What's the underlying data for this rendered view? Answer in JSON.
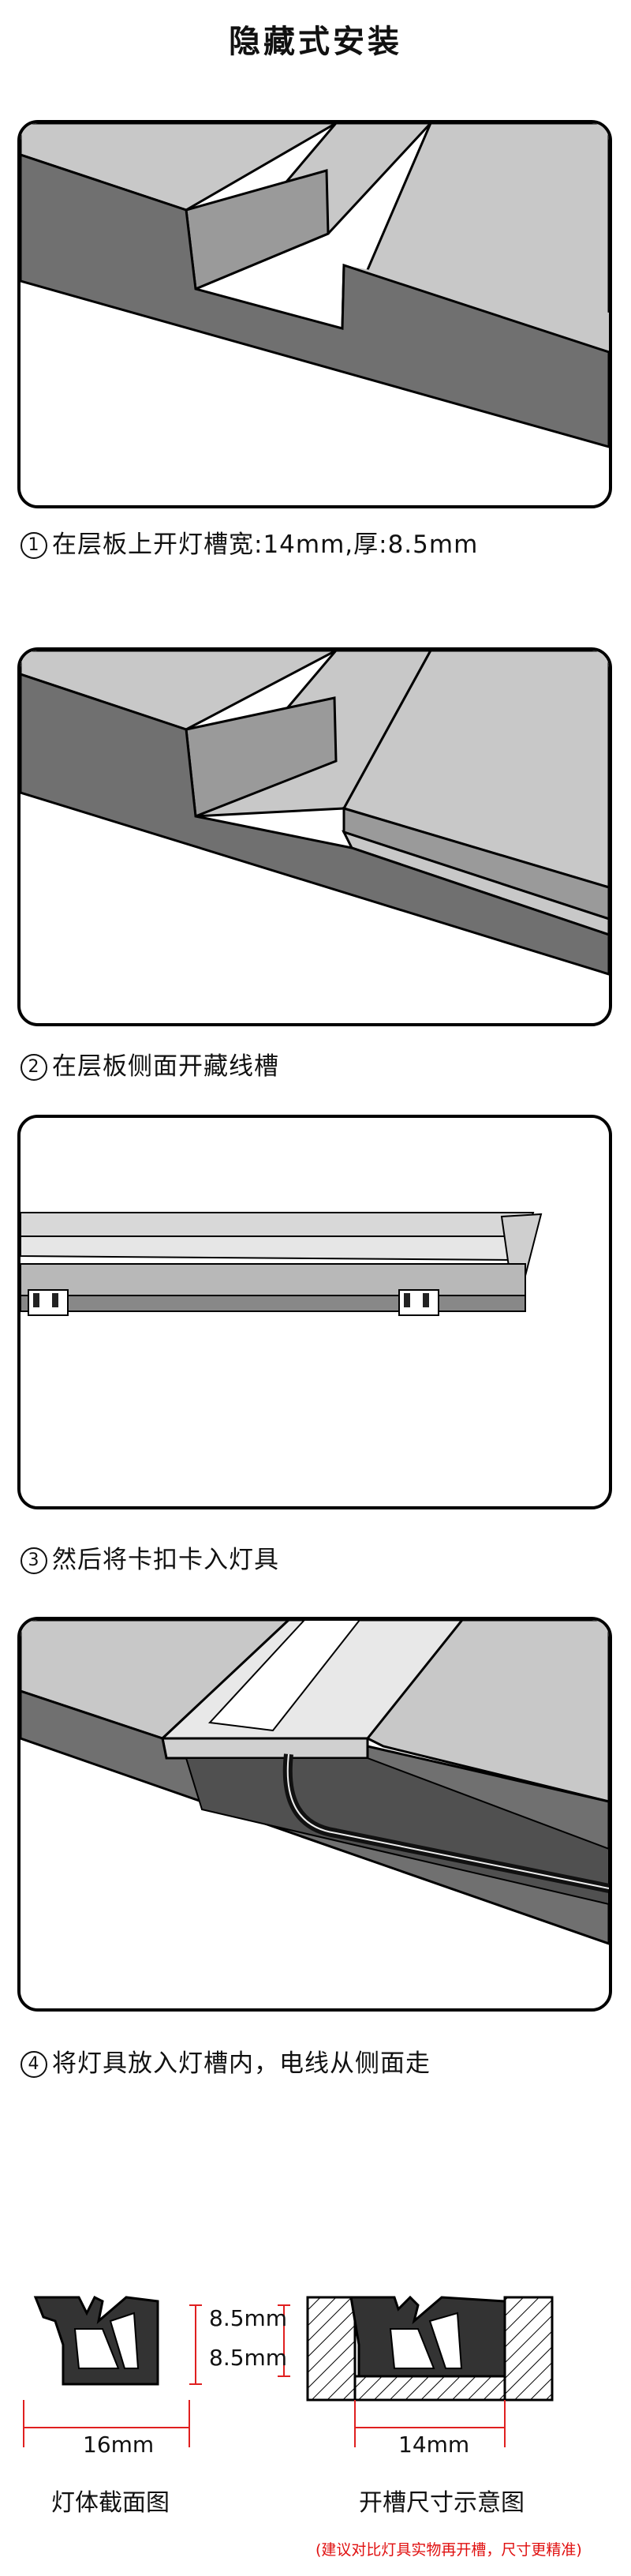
{
  "page": {
    "title": "隐藏式安装"
  },
  "steps": [
    {
      "num": "1",
      "text": "在层板上开灯槽宽:14mm,厚:8.5mm"
    },
    {
      "num": "2",
      "text": "在层板侧面开藏线槽"
    },
    {
      "num": "3",
      "text": "然后将卡扣卡入灯具"
    },
    {
      "num": "4",
      "text": "将灯具放入灯槽内，电线从侧面走"
    }
  ],
  "diagram": {
    "dim_height_top": "8.5mm",
    "dim_height_bottom": "8.5mm",
    "dim_profile_width": "16mm",
    "dim_slot_width": "14mm",
    "caption_left": "灯体截面图",
    "caption_right": "开槽尺寸示意图",
    "note": "(建议对比灯具实物再开槽，尺寸更精准)"
  },
  "colors": {
    "top_surface": "#c8c8c8",
    "front_face": "#707070",
    "dark_face": "#505050",
    "note_red": "#e01010",
    "dim_red": "#e02020"
  }
}
